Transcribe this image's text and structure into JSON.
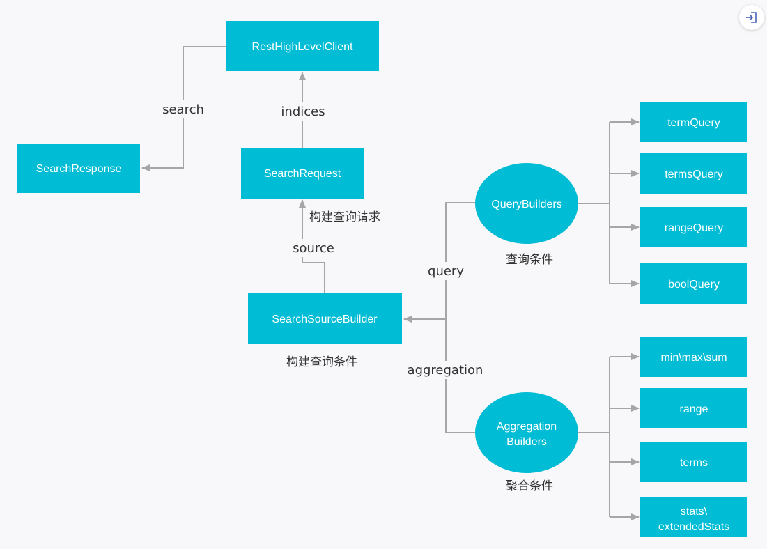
{
  "diagram": {
    "nodes": {
      "rest_client": "RestHighLevelClient",
      "search_response": "SearchResponse",
      "search_request": "SearchRequest",
      "search_source_builder": "SearchSourceBuilder",
      "query_builders": "QueryBuilders",
      "aggregation_builders_line1": "Aggregation",
      "aggregation_builders_line2": "Builders",
      "term_query": "termQuery",
      "terms_query": "termsQuery",
      "range_query": "rangeQuery",
      "bool_query": "boolQuery",
      "min_max_sum": "min\\max\\sum",
      "range": "range",
      "terms": "terms",
      "stats_line1": "stats\\",
      "stats_line2": "extendedStats"
    },
    "edge_labels": {
      "search": "search",
      "indices": "indices",
      "source": "source",
      "query": "query",
      "aggregation": "aggregation"
    },
    "captions": {
      "build_request": "构建查询请求",
      "query_conditions": "查询条件",
      "build_conditions": "构建查询条件",
      "aggregation_conditions": "聚合条件"
    },
    "colors": {
      "node": "#00bcd4",
      "edge": "#a6a6a6",
      "text": "#333333"
    }
  },
  "toolbar": {
    "exit_icon": "exit-icon"
  }
}
